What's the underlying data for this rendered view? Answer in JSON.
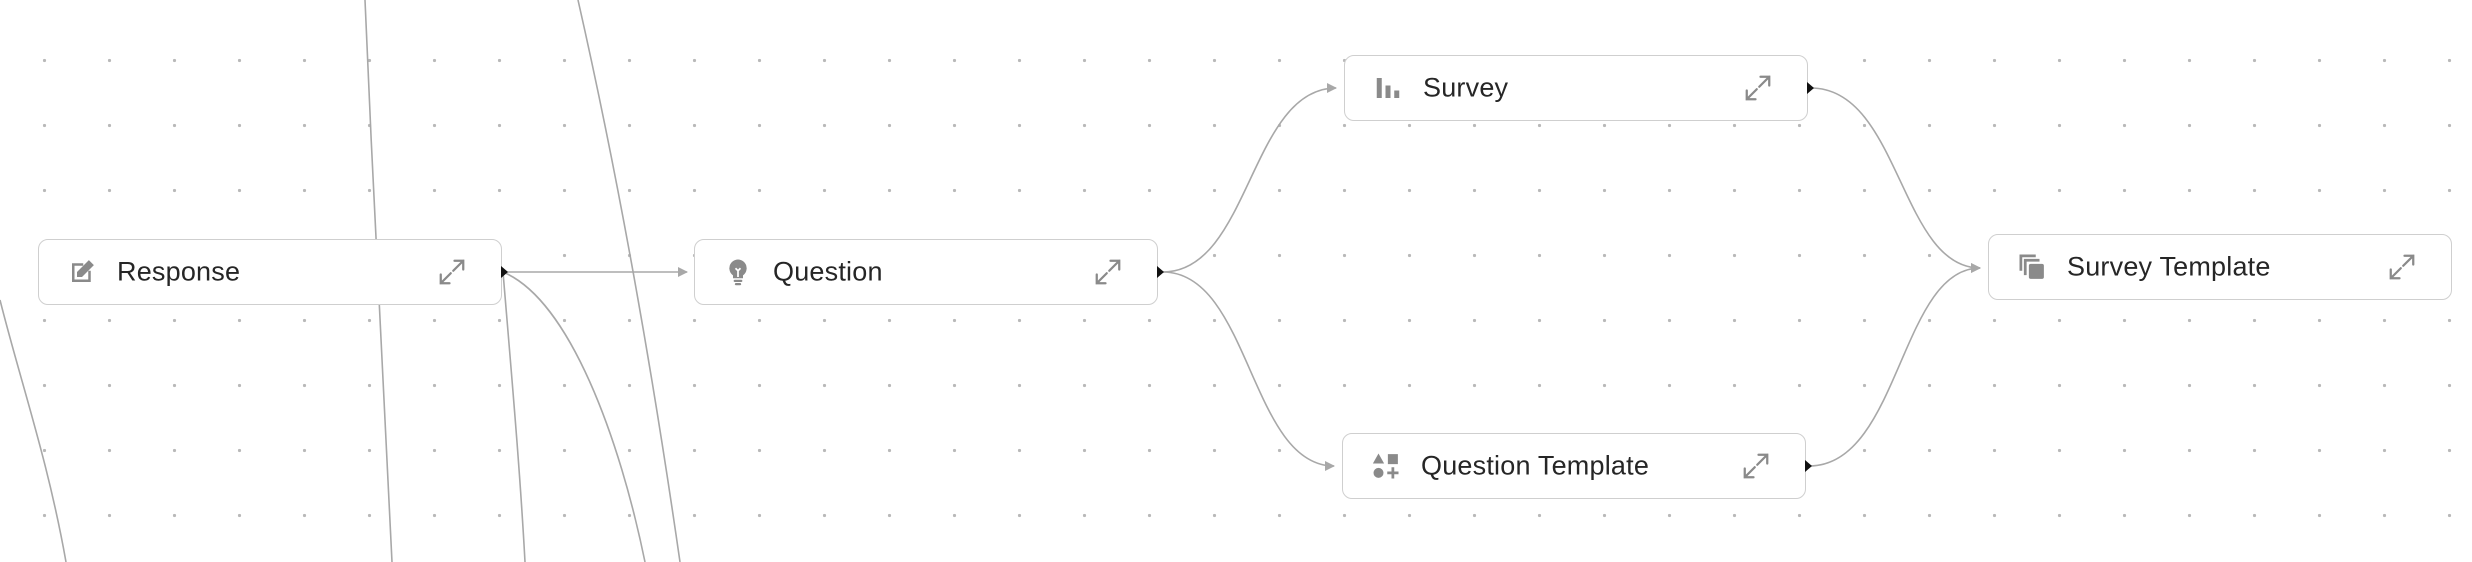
{
  "diagram": {
    "nodes": [
      {
        "id": "response",
        "label": "Response",
        "icon": "pencil-square-icon"
      },
      {
        "id": "question",
        "label": "Question",
        "icon": "lightbulb-icon"
      },
      {
        "id": "survey",
        "label": "Survey",
        "icon": "bar-chart-icon"
      },
      {
        "id": "question_template",
        "label": "Question Template",
        "icon": "shapes-icon"
      },
      {
        "id": "survey_template",
        "label": "Survey Template",
        "icon": "copy-stack-icon"
      }
    ],
    "edges": [
      {
        "from": "response",
        "to": "question"
      },
      {
        "from": "question",
        "to": "survey"
      },
      {
        "from": "question",
        "to": "question_template"
      },
      {
        "from": "survey",
        "to": "survey_template"
      },
      {
        "from": "question_template",
        "to": "survey_template"
      }
    ],
    "expand_icon": "expand-arrows-icon",
    "colors": {
      "edge": "#a8a8a8",
      "node_border": "#cfcfcf",
      "icon": "#8a8a8a",
      "text": "#262626",
      "dot_grid": "#b9b9b9"
    }
  }
}
